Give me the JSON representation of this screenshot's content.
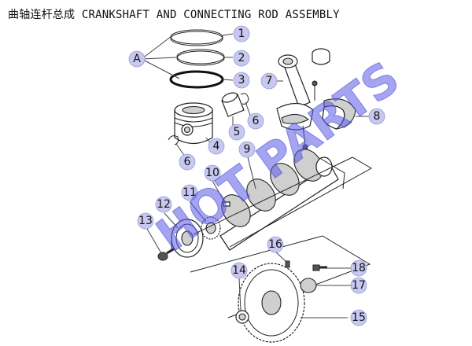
{
  "title": "曲轴连杆总成 CRANKSHAFT AND CONNECTING ROD ASSEMBLY",
  "watermark": "HOT PARTS",
  "group_label": "A",
  "callouts": [
    "1",
    "2",
    "3",
    "4",
    "5",
    "6",
    "6",
    "7",
    "8",
    "9",
    "10",
    "11",
    "12",
    "13",
    "14",
    "15",
    "16",
    "17",
    "18"
  ],
  "colors": {
    "callout_fill": "#c7c8ef",
    "watermark": "#5a5ae6"
  }
}
